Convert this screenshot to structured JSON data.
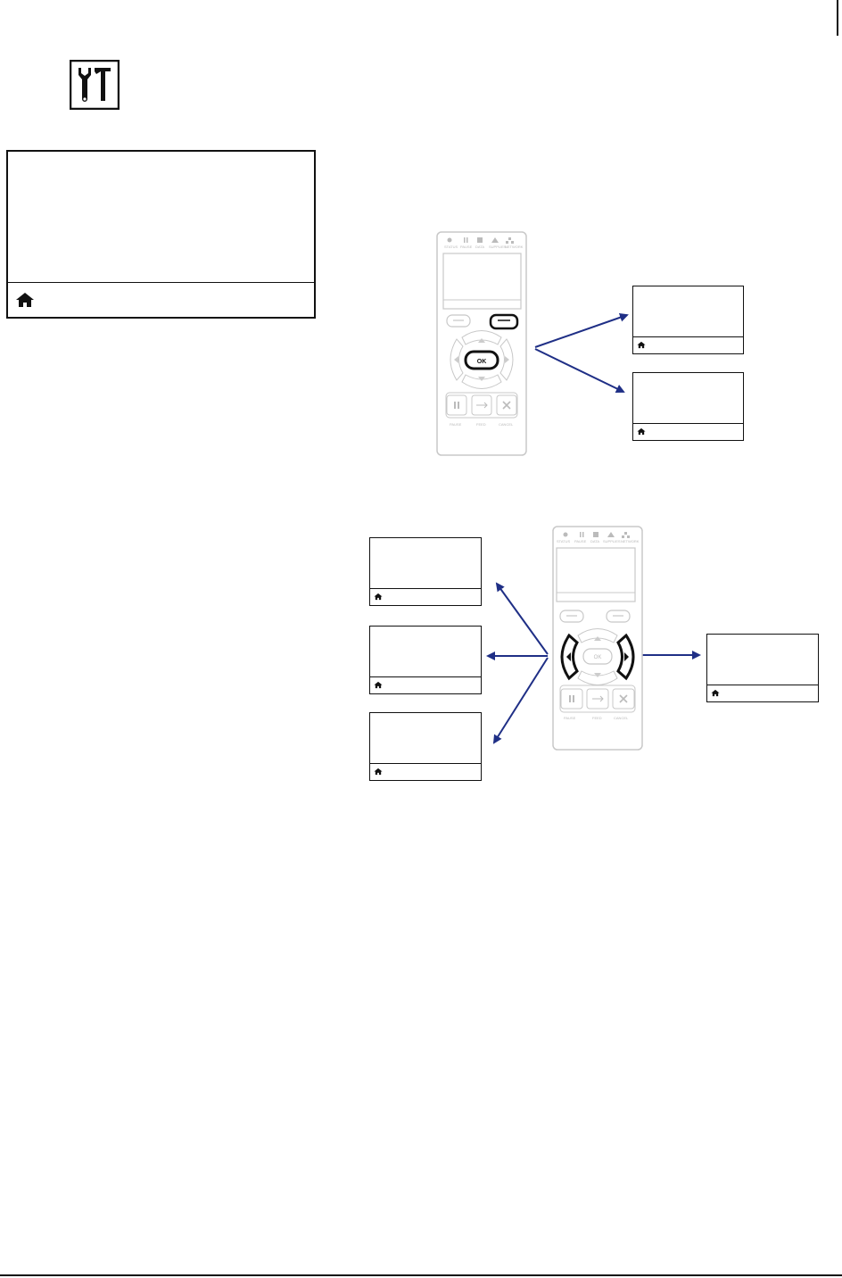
{
  "page": {
    "tab_marker": "",
    "icons": {
      "tools": "tools-icon",
      "home": "home-icon"
    },
    "colors": {
      "arrow": "#1f2f86",
      "panel_outline": "#c8c8c8",
      "highlight": "#111111"
    },
    "panel": {
      "labels": [
        "STATUS",
        "PAUSE",
        "DATA",
        "SUPPLIES",
        "NETWORK"
      ],
      "bottom_labels": [
        "PAUSE",
        "FEED",
        "CANCEL"
      ],
      "ok_label": "OK"
    }
  }
}
